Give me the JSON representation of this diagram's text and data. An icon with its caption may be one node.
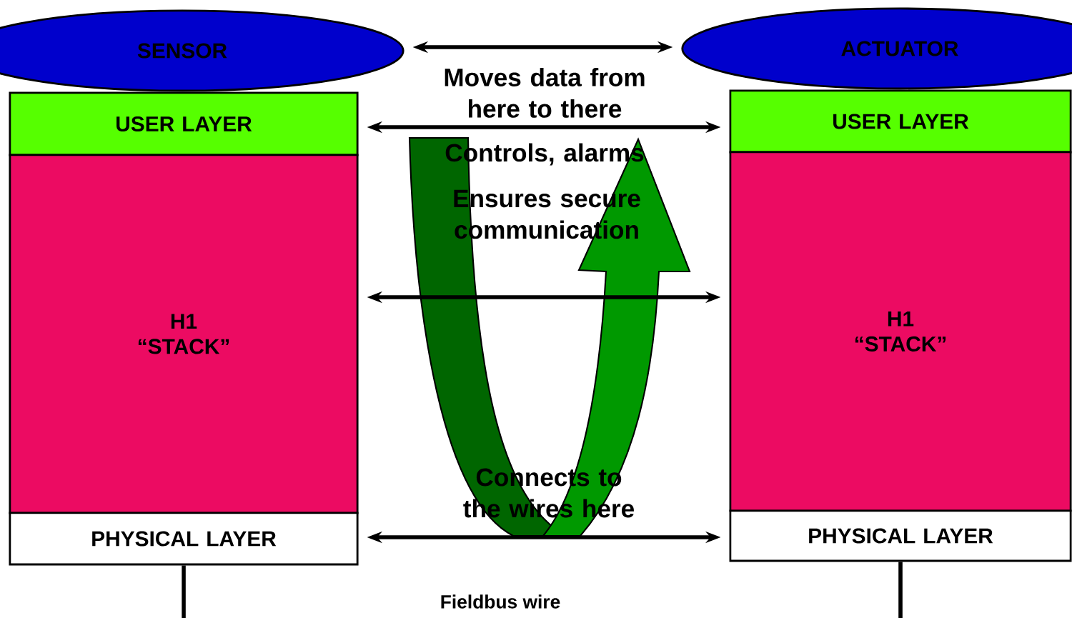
{
  "diagram": {
    "nodes": [
      {
        "text": [
          "SENSOR"
        ]
      },
      {
        "text": [
          "USER LAYER"
        ]
      },
      {
        "text": [
          "H1 “STACK”"
        ]
      },
      {
        "text": [
          "PHYSICAL LAYER"
        ]
      },
      {
        "text": [
          "ACTUATOR"
        ]
      },
      {
        "text": [
          "USER LAYER"
        ]
      },
      {
        "text": [
          "H1 “STACK”"
        ]
      },
      {
        "text": [
          "PHYSICAL LAYER"
        ]
      }
    ],
    "edges": [
      {
        "from": 0,
        "to": 4,
        "arrow": "both",
        "label": "Moves data from here to there"
      },
      {
        "from": 1,
        "to": 5,
        "arrow": "both",
        "label": "Controls, alarms"
      },
      {
        "from": 2,
        "to": 6,
        "arrow": "both",
        "label": "Ensures secure communication"
      },
      {
        "from": 3,
        "to": 7,
        "arrow": "both",
        "label": "Connects to the wires here"
      },
      {
        "from": 3,
        "to": null,
        "arrow": "none"
      },
      {
        "from": 7,
        "to": null,
        "arrow": "none"
      }
    ],
    "labels": [
      "Fieldbus wire"
    ]
  }
}
